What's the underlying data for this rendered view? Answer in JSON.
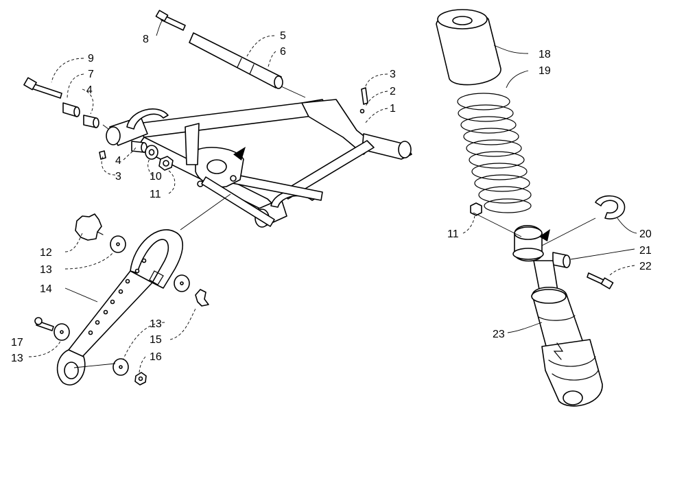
{
  "diagram": {
    "callouts": [
      {
        "id": "c8",
        "label": "8"
      },
      {
        "id": "c5",
        "label": "5"
      },
      {
        "id": "c6",
        "label": "6"
      },
      {
        "id": "c9",
        "label": "9"
      },
      {
        "id": "c7",
        "label": "7"
      },
      {
        "id": "c4a",
        "label": "4"
      },
      {
        "id": "c3a",
        "label": "3"
      },
      {
        "id": "c2",
        "label": "2"
      },
      {
        "id": "c1",
        "label": "1"
      },
      {
        "id": "c4b",
        "label": "4"
      },
      {
        "id": "c3b",
        "label": "3"
      },
      {
        "id": "c10",
        "label": "10"
      },
      {
        "id": "c11a",
        "label": "11"
      },
      {
        "id": "c12",
        "label": "12"
      },
      {
        "id": "c13a",
        "label": "13"
      },
      {
        "id": "c14",
        "label": "14"
      },
      {
        "id": "c13b",
        "label": "13"
      },
      {
        "id": "c15",
        "label": "15"
      },
      {
        "id": "c17",
        "label": "17"
      },
      {
        "id": "c13c",
        "label": "13"
      },
      {
        "id": "c16",
        "label": "16"
      },
      {
        "id": "c18",
        "label": "18"
      },
      {
        "id": "c19",
        "label": "19"
      },
      {
        "id": "c11b",
        "label": "11"
      },
      {
        "id": "c20",
        "label": "20"
      },
      {
        "id": "c21",
        "label": "21"
      },
      {
        "id": "c22",
        "label": "22"
      },
      {
        "id": "c23",
        "label": "23"
      }
    ]
  }
}
